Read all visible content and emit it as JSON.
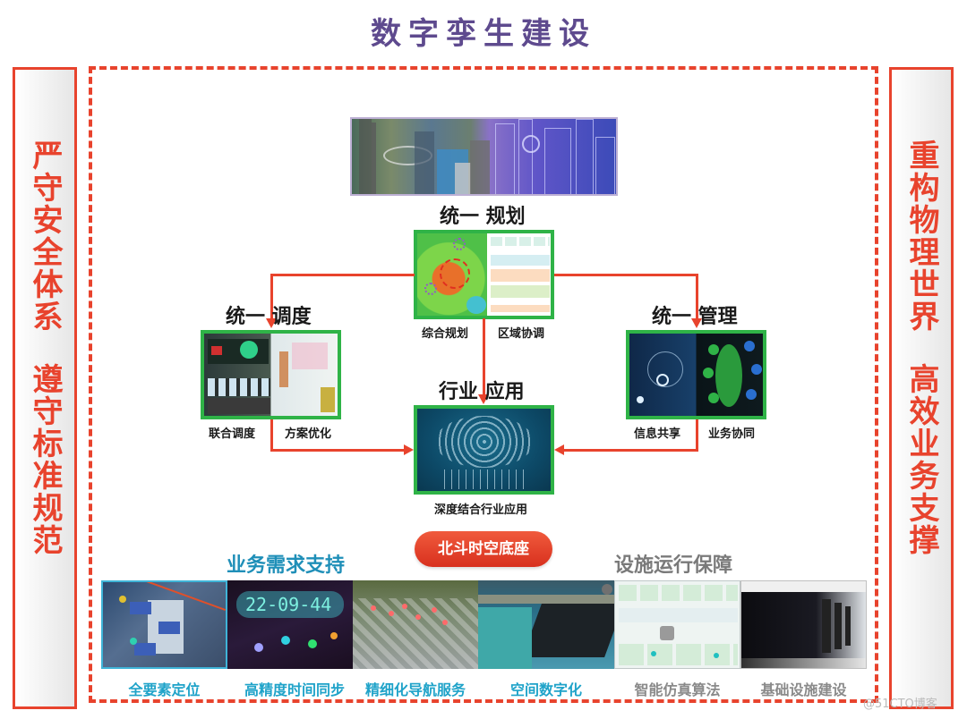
{
  "title": "数字孪生建设",
  "left_panel": {
    "line1": "严守安全体系",
    "line2": "遵守标准规范"
  },
  "right_panel": {
    "line1": "重构物理世界",
    "line2": "高效业务支撑"
  },
  "center": {
    "top_image": {
      "icon": "city-digital-twin-image"
    },
    "planning": {
      "title": "统一 规划",
      "captions": [
        "综合规划",
        "区域协调"
      ],
      "icon": "planning-map-image"
    },
    "dispatch": {
      "title": "统一 调度",
      "captions": [
        "联合调度",
        "方案优化"
      ],
      "icon": "control-room-image"
    },
    "management": {
      "title": "统一 管理",
      "captions": [
        "信息共享",
        "业务协同"
      ],
      "icon": "network-management-image"
    },
    "industry": {
      "title": "行业 应用",
      "caption": "深度结合行业应用",
      "icon": "iot-cloud-image"
    }
  },
  "beidou_button": "北斗时空底座",
  "business_support": {
    "title": "业务需求支持",
    "color": "#1f8fb8",
    "items": [
      "全要素定位",
      "高精度时间同步",
      "精细化导航服务",
      "空间数字化"
    ]
  },
  "facility_support": {
    "title": "设施运行保障",
    "color": "#7a7a7a",
    "items": [
      "智能仿真算法",
      "基础设施建设"
    ]
  },
  "clock_display": "22-09-44",
  "watermark": "@51CTO博客",
  "colors": {
    "accent_red": "#e8432d",
    "title_purple": "#5e4a8e",
    "card_green": "#2fb347",
    "teal_label": "#1fa3c9",
    "gray_label": "#8a8a8a"
  }
}
